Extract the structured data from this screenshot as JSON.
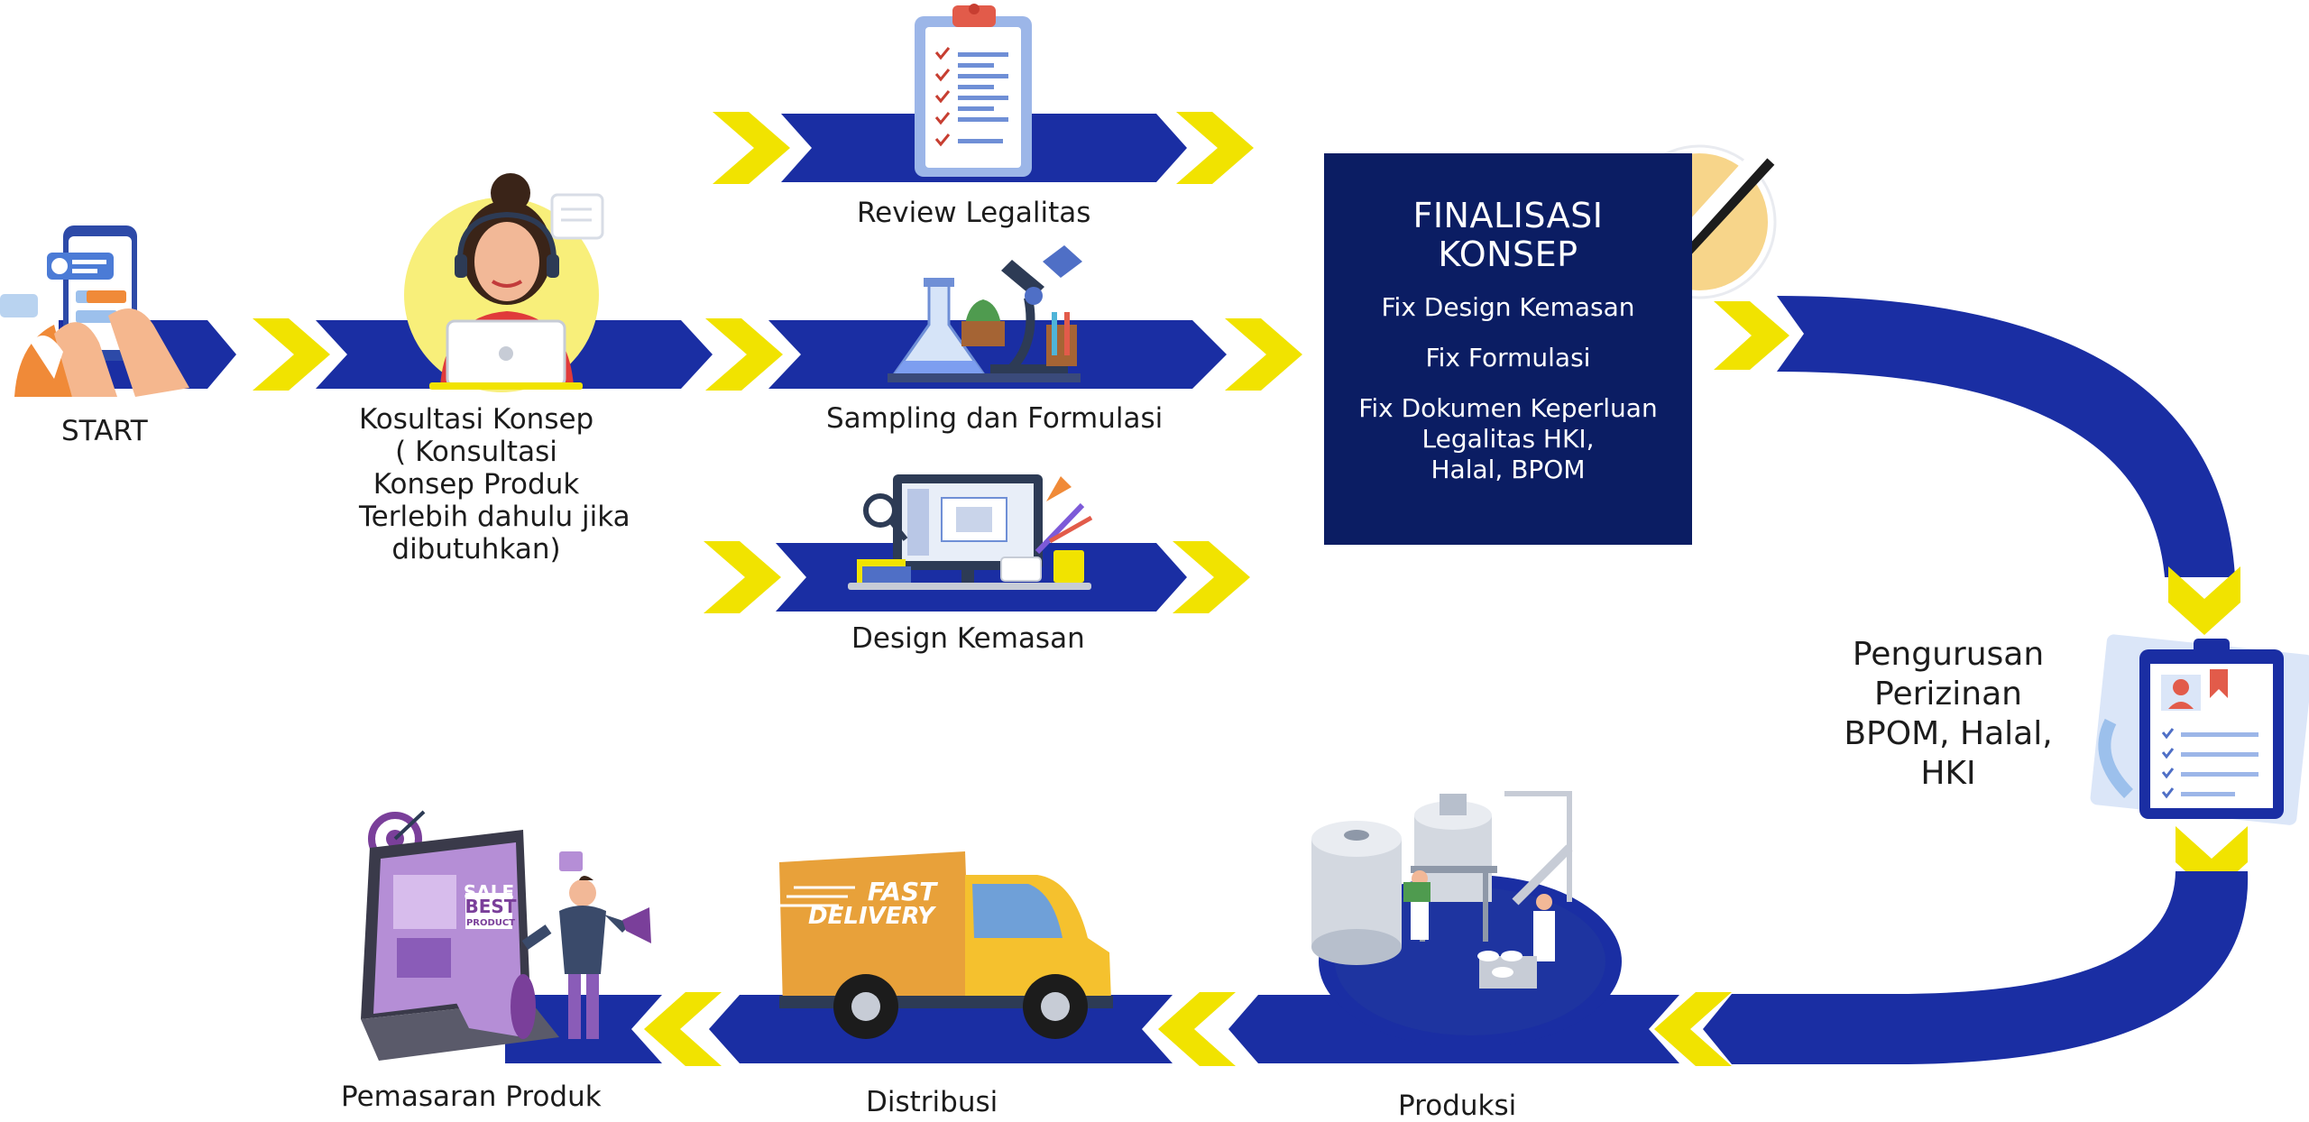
{
  "steps": {
    "start": "START",
    "konsultasi": [
      "Kosultasi Konsep",
      "( Konsultasi",
      "Konsep Produk",
      "Terlebih dahulu jika",
      "dibutuhkan)"
    ],
    "review": "Review Legalitas",
    "sampling": "Sampling dan Formulasi",
    "design": "Design Kemasan",
    "perizinan": [
      "Pengurusan",
      "Perizinan",
      "BPOM, Halal,",
      "HKI"
    ],
    "produksi": "Produksi",
    "distribusi": "Distribusi",
    "pemasaran": "Pemasaran Produk"
  },
  "finalisasi": {
    "title": [
      "FINALISASI",
      "KONSEP"
    ],
    "items": [
      "Fix Design Kemasan",
      "Fix Formulasi"
    ],
    "dokumen": [
      "Fix Dokumen Keperluan",
      "Legalitas HKI,",
      "Halal, BPOM"
    ]
  },
  "truck": {
    "line1": "FAST",
    "line2": "DELIVERY"
  },
  "marketing": {
    "sale": "SALE",
    "best": "BEST",
    "product": "PRODUCT"
  },
  "icons": [
    "smartphone-icon",
    "customer-service-icon",
    "clipboard-checklist-icon",
    "lab-equipment-icon",
    "design-monitor-icon",
    "checkmark-icon",
    "document-clipboard-icon",
    "factory-icon",
    "delivery-truck-icon",
    "marketing-icon"
  ],
  "colors": {
    "band": "#1a2ea3",
    "chevron": "#f1e300",
    "box": "#0b1d63",
    "check_circle": "#f7d58a"
  }
}
